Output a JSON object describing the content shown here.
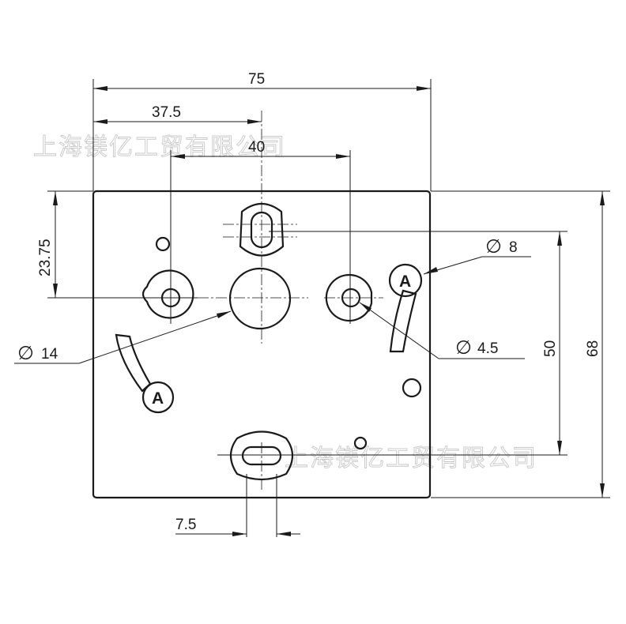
{
  "watermark": "上海镁亿工贸有限公司",
  "dimensions": {
    "width_total": "75",
    "width_half": "37.5",
    "hole_spacing": "40",
    "offset_left": "23.75",
    "height_inner": "50",
    "height_total": "68",
    "slot_width": "7.5"
  },
  "diameters": {
    "d8": "8",
    "d14": "14",
    "d45": "4.5",
    "symbol": "∅"
  },
  "labels": {
    "marker_a": "A"
  }
}
